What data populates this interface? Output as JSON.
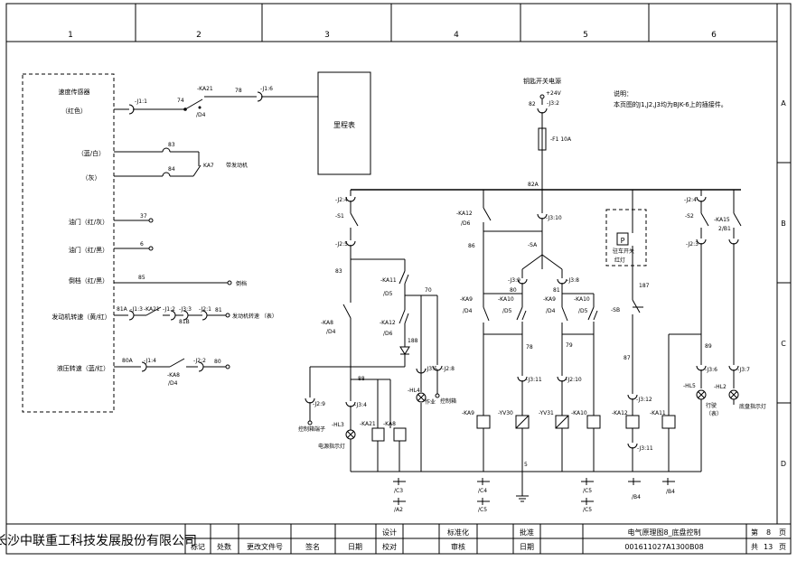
{
  "frame": {
    "columns": [
      "1",
      "2",
      "3",
      "4",
      "5",
      "6"
    ],
    "rows": [
      "A",
      "B",
      "C",
      "D"
    ]
  },
  "note": {
    "heading": "说明：",
    "text": "本页图的J1,J2,J3均为BJK-6上的插接件。"
  },
  "left_panel": {
    "signals": [
      {
        "label": "速度传感器",
        "sub": "（红色）",
        "connector": "-J1:1"
      },
      {
        "label": "（蓝/白）",
        "wire": "83"
      },
      {
        "label": "（灰）",
        "wire": "84"
      },
      {
        "label": "油门（红/灰）",
        "wire": "37"
      },
      {
        "label": "油门（红/黑）",
        "wire": "6"
      },
      {
        "label": "倒档（红/黑）",
        "wire": "85",
        "target": "倒档"
      },
      {
        "label": "发动机转速（黄/红）",
        "wire": "81A",
        "target": "发动机转速 （表）"
      },
      {
        "label": "液压转速（蓝/红）",
        "wire": "80A",
        "target_wire": "80"
      }
    ]
  },
  "labels": {
    "power_title": "钥匙开关电源",
    "supply": "+24V",
    "wire_82": "82",
    "j32": "-J3:2",
    "fuse": "-F1 10A",
    "bus": "82A",
    "meter": "里程表",
    "ka21_top": "-KA21",
    "ka21_top_sub": "/D4",
    "ka7": "KA7",
    "ka7_note": "带发动机",
    "j16": "-J1:6",
    "w74": "74",
    "w78": "78",
    "w83": "83",
    "w84": "84",
    "j13": "-J1:3",
    "ka21_mid": "-KA21",
    "j12": "-J1:2",
    "j33": "-J3:3",
    "w81b": "81B",
    "j21": "-J2:1",
    "w81": "81",
    "j14": "-J1:4",
    "j22": "-J2:2",
    "ka8_low": "-KA8",
    "ka8_low_sub": "/D4",
    "j24a": "-J2:4",
    "s1": "-S1",
    "j25": "-J2:5",
    "w83b": "83",
    "ka11": "-KA11",
    "ka11_sub": "/D5",
    "w70": "70",
    "ka8": "-KA8",
    "ka8_sub": "/D4",
    "ka12_left": "-KA12",
    "ka12_left_sub": "/D6",
    "w188": "188",
    "w88": "88",
    "j35": "-J3:5",
    "j28": "-J2:8",
    "j29": "-J2:9",
    "j34": "-J3:4",
    "hl3": "-HL3",
    "hl4": "-HL4",
    "hl4_note": "作业",
    "ka21_coil": "-KA21",
    "ka8_coil": "-KA8",
    "ctl_to": "控制箱端子",
    "ctl_box": "控制箱",
    "lamp_hl3": "电源指示灯",
    "ka12_top": "-KA12",
    "ka12_top_sub": "/D6",
    "j310": "-J3:10",
    "w86": "86",
    "sa": "-SA",
    "j39": "-J3:9",
    "j38": "-J3:8",
    "w80": "80",
    "w81c": "81",
    "ka9_l": "-KA9",
    "ka9_l_sub": "/D4",
    "ka10_l": "-KA10",
    "ka10_l_sub": "/D5",
    "ka9_r": "-KA9",
    "ka9_r_sub": "/D4",
    "ka10_r": "-KA10",
    "ka10_r_sub": "/D5",
    "w78b": "78",
    "w79": "79",
    "j311": "-J3:11",
    "j210": "-J2:10",
    "ka9_coil": "-KA9",
    "yv30": "-YV30",
    "yv31": "-YV31",
    "ka10_coil": "-KA10",
    "w5": "5",
    "p_box": "P",
    "p_note1": "驻车开关",
    "p_note2": "红灯",
    "w187": "187",
    "sb": "-SB",
    "w87": "87",
    "j312": "-J3:12",
    "ka12_coil": "-KA12",
    "ka11_coil": "-KA11",
    "j311b": "-J3:11",
    "j24b": "-J2:4",
    "s2": "-S2",
    "j23": "-J2:3",
    "ka15": "-KA15",
    "ka15_sub": "2/B1",
    "w89": "89",
    "j36": "-J3:6",
    "j37": "-J3:7",
    "hl5": "-HL5",
    "hl2": "-HL2",
    "lamp_hl5": "行驶",
    "lamp_hl5b": "（表）",
    "lamp_hl2": "底盘指示灯",
    "ref_c3": "/C3",
    "ref_a2": "/A2",
    "ref_c4": "/C4",
    "ref_c5a": "/C5",
    "ref_c5b": "/C5",
    "ref_c5c": "/C5",
    "ref_b4a": "/B4",
    "ref_b4b": "/B4"
  },
  "title_block": {
    "company": "长沙中联重工科技发展股份有限公司",
    "revision_headers": [
      "标记",
      "处数",
      "更改文件号",
      "签名",
      "日期"
    ],
    "design": "设计",
    "check": "校对",
    "standard": "标准化",
    "review": "审核",
    "approve": "批准",
    "date": "日期",
    "drawing_title": "电气原理图8_底盘控制",
    "drawing_number": "001611027A1300B08",
    "sheet_label_prefix": "第",
    "sheet_number": "8",
    "sheet_label_suffix": "页",
    "total_prefix": "共",
    "total_pages": "13",
    "total_suffix": "页"
  }
}
